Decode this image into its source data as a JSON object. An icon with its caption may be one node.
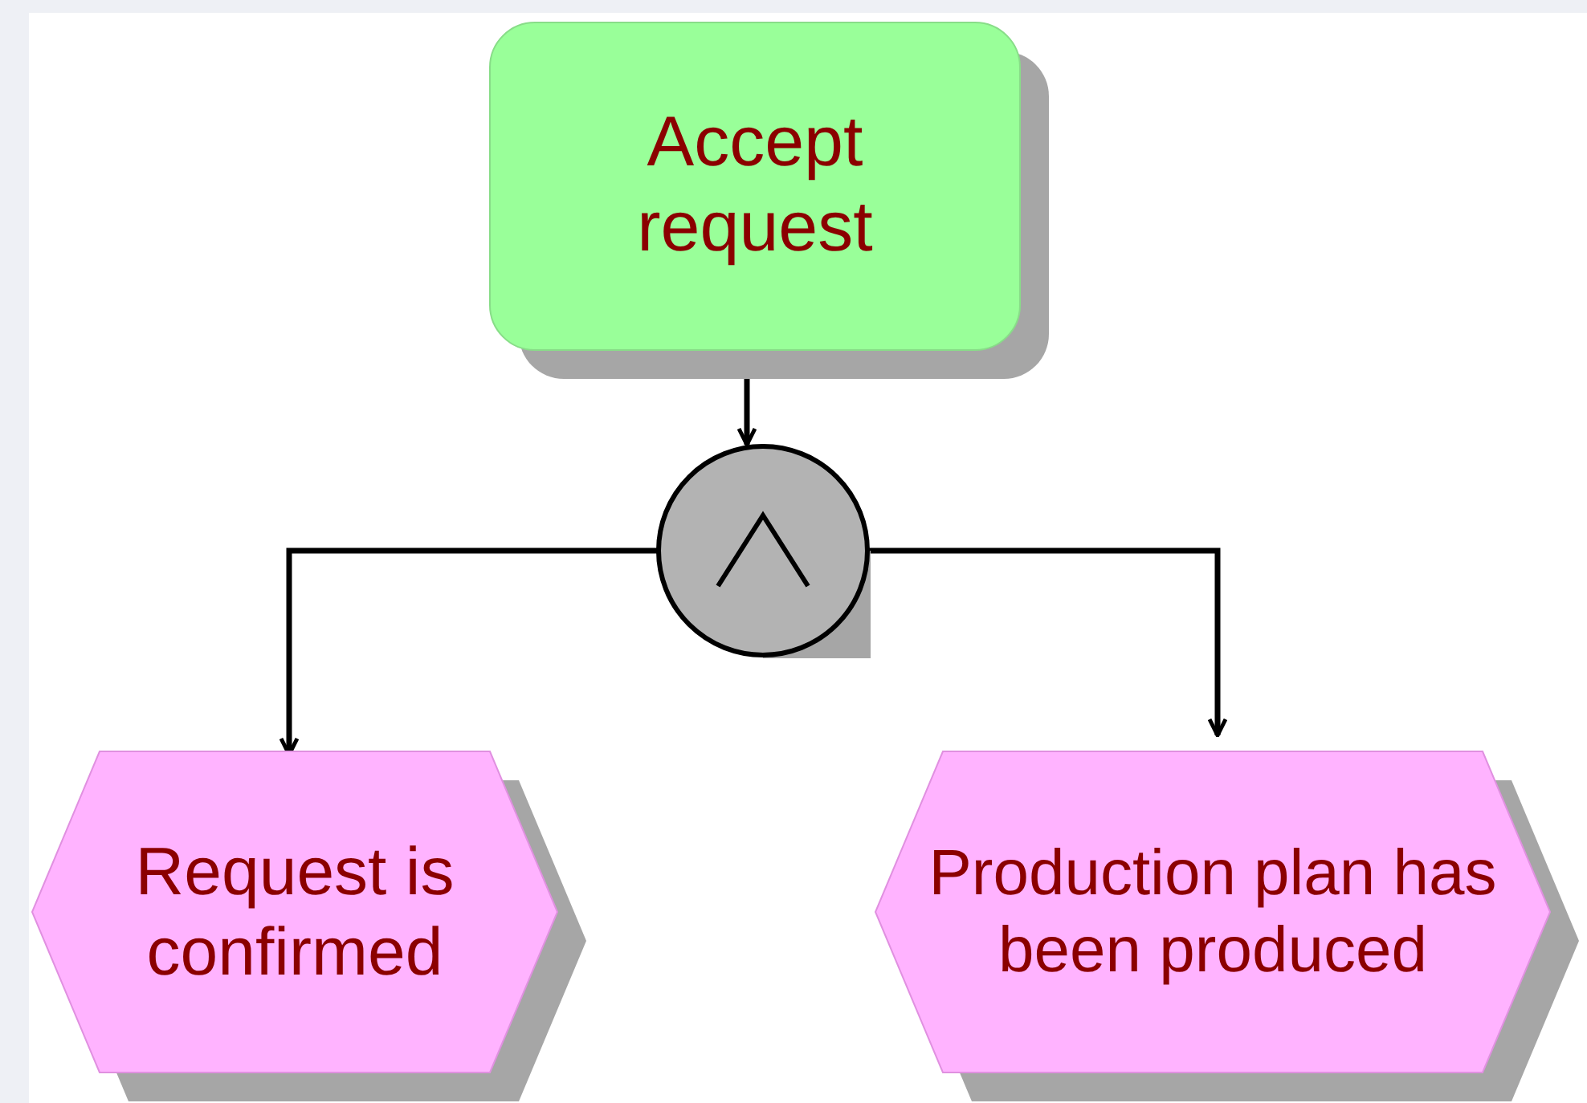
{
  "diagram": {
    "nodes": [
      {
        "text": [
          "Accept request"
        ]
      },
      {
        "text": [],
        "shape": "circle"
      },
      {
        "text": [
          "Request is confirmed"
        ]
      },
      {
        "text": [
          "Production plan has been produced"
        ]
      }
    ],
    "edges": [
      {
        "from": 0,
        "to": 1,
        "arrow": "to"
      },
      {
        "from": 1,
        "to": 2,
        "arrow": "to"
      },
      {
        "from": 1,
        "to": 3,
        "arrow": "to"
      }
    ]
  }
}
